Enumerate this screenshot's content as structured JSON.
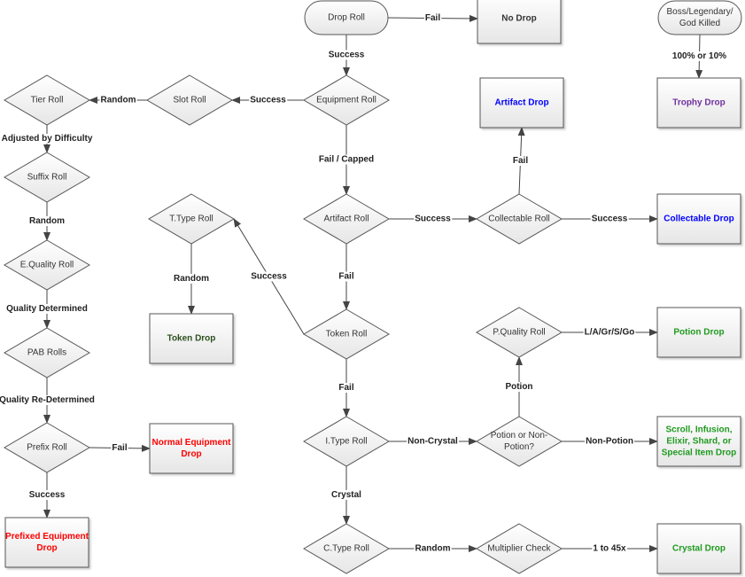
{
  "colors": {
    "blue": "#0000ff",
    "purple": "#7030a0",
    "red": "#ff0000",
    "green": "#1f9a1f",
    "dark_green": "#2d4f1e",
    "default": "#333333"
  },
  "nodes": [
    {
      "id": "drop_roll",
      "shape": "terminal",
      "label": [
        "Drop Roll"
      ]
    },
    {
      "id": "no_drop",
      "shape": "box",
      "label": [
        "No Drop"
      ],
      "color": "default"
    },
    {
      "id": "boss",
      "shape": "terminal",
      "label": [
        "Boss/Legendary/",
        "God Killed"
      ]
    },
    {
      "id": "trophy_drop",
      "shape": "box",
      "label": [
        "Trophy Drop"
      ],
      "color": "purple"
    },
    {
      "id": "equipment_roll",
      "shape": "decision",
      "label": [
        "Equipment Roll"
      ]
    },
    {
      "id": "slot_roll",
      "shape": "decision",
      "label": [
        "Slot Roll"
      ]
    },
    {
      "id": "tier_roll",
      "shape": "decision",
      "label": [
        "Tier Roll"
      ]
    },
    {
      "id": "suffix_roll",
      "shape": "decision",
      "label": [
        "Suffix Roll"
      ]
    },
    {
      "id": "equality_roll",
      "shape": "decision",
      "label": [
        "E.Quality Roll"
      ]
    },
    {
      "id": "pab_rolls",
      "shape": "decision",
      "label": [
        "PAB Rolls"
      ]
    },
    {
      "id": "prefix_roll",
      "shape": "decision",
      "label": [
        "Prefix Roll"
      ]
    },
    {
      "id": "prefixed_drop",
      "shape": "box",
      "label": [
        "Prefixed Equipment",
        "Drop"
      ],
      "color": "red"
    },
    {
      "id": "normal_drop",
      "shape": "box",
      "label": [
        "Normal Equipment",
        "Drop"
      ],
      "color": "red"
    },
    {
      "id": "ttype_roll",
      "shape": "decision",
      "label": [
        "T.Type Roll"
      ]
    },
    {
      "id": "token_drop",
      "shape": "box",
      "label": [
        "Token Drop"
      ],
      "color": "dark_green"
    },
    {
      "id": "artifact_roll",
      "shape": "decision",
      "label": [
        "Artifact Roll"
      ]
    },
    {
      "id": "token_roll",
      "shape": "decision",
      "label": [
        "Token Roll"
      ]
    },
    {
      "id": "itype_roll",
      "shape": "decision",
      "label": [
        "I.Type Roll"
      ]
    },
    {
      "id": "ctype_roll",
      "shape": "decision",
      "label": [
        "C.Type Roll"
      ]
    },
    {
      "id": "collectable_roll",
      "shape": "decision",
      "label": [
        "Collectable Roll"
      ]
    },
    {
      "id": "artifact_drop",
      "shape": "box",
      "label": [
        "Artifact Drop"
      ],
      "color": "blue"
    },
    {
      "id": "collectable_drop",
      "shape": "box",
      "label": [
        "Collectable Drop"
      ],
      "color": "blue"
    },
    {
      "id": "pquality_roll",
      "shape": "decision",
      "label": [
        "P.Quality Roll"
      ]
    },
    {
      "id": "potion_drop",
      "shape": "box",
      "label": [
        "Potion Drop"
      ],
      "color": "green"
    },
    {
      "id": "potion_or_not",
      "shape": "decision",
      "label": [
        "Potion or Non-",
        "Potion?"
      ]
    },
    {
      "id": "scroll_drop",
      "shape": "box",
      "label": [
        "Scroll, Infusion,",
        "Elixir, Shard, or",
        "Special Item Drop"
      ],
      "color": "green"
    },
    {
      "id": "multiplier_check",
      "shape": "decision",
      "label": [
        "Multiplier Check"
      ]
    },
    {
      "id": "crystal_drop",
      "shape": "box",
      "label": [
        "Crystal Drop"
      ],
      "color": "green"
    }
  ],
  "edges": [
    {
      "from": "drop_roll",
      "to": "no_drop",
      "label": "Fail"
    },
    {
      "from": "drop_roll",
      "to": "equipment_roll",
      "label": "Success"
    },
    {
      "from": "boss",
      "to": "trophy_drop",
      "label": "100% or 10%"
    },
    {
      "from": "equipment_roll",
      "to": "slot_roll",
      "label": "Success"
    },
    {
      "from": "slot_roll",
      "to": "tier_roll",
      "label": "Random"
    },
    {
      "from": "tier_roll",
      "to": "suffix_roll",
      "label": "Adjusted by Difficulty"
    },
    {
      "from": "suffix_roll",
      "to": "equality_roll",
      "label": "Random"
    },
    {
      "from": "equality_roll",
      "to": "pab_rolls",
      "label": "Quality Determined"
    },
    {
      "from": "pab_rolls",
      "to": "prefix_roll",
      "label": "Quality Re-Determined"
    },
    {
      "from": "prefix_roll",
      "to": "normal_drop",
      "label": "Fail"
    },
    {
      "from": "prefix_roll",
      "to": "prefixed_drop",
      "label": "Success"
    },
    {
      "from": "equipment_roll",
      "to": "artifact_roll",
      "label": "Fail / Capped"
    },
    {
      "from": "artifact_roll",
      "to": "collectable_roll",
      "label": "Success"
    },
    {
      "from": "collectable_roll",
      "to": "artifact_drop",
      "label": "Fail"
    },
    {
      "from": "collectable_roll",
      "to": "collectable_drop",
      "label": "Success"
    },
    {
      "from": "artifact_roll",
      "to": "token_roll",
      "label": "Fail"
    },
    {
      "from": "token_roll",
      "to": "ttype_roll",
      "label": "Success"
    },
    {
      "from": "ttype_roll",
      "to": "token_drop",
      "label": "Random"
    },
    {
      "from": "token_roll",
      "to": "itype_roll",
      "label": "Fail"
    },
    {
      "from": "itype_roll",
      "to": "potion_or_not",
      "label": "Non-Crystal"
    },
    {
      "from": "potion_or_not",
      "to": "pquality_roll",
      "label": "Potion"
    },
    {
      "from": "pquality_roll",
      "to": "potion_drop",
      "label": "L/A/Gr/S/Go"
    },
    {
      "from": "potion_or_not",
      "to": "scroll_drop",
      "label": "Non-Potion"
    },
    {
      "from": "itype_roll",
      "to": "ctype_roll",
      "label": "Crystal"
    },
    {
      "from": "ctype_roll",
      "to": "multiplier_check",
      "label": "Random"
    },
    {
      "from": "multiplier_check",
      "to": "crystal_drop",
      "label": "1 to 45x"
    }
  ]
}
